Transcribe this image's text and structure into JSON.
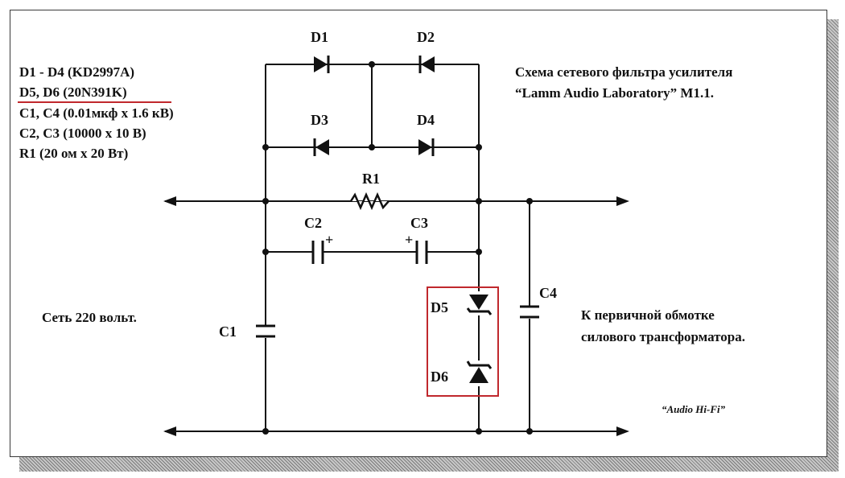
{
  "parts_list": [
    "D1 - D4 (KD2997A)",
    "D5, D6 (20N391K)",
    "C1, C4 (0.01мкф х 1.6 кВ)",
    "C2, C3 (10000 х 10 В)",
    "R1 (20 ом х 20 Вт)"
  ],
  "title_lines": [
    "Схема сетевого фильтра усилителя",
    "“Lamm Audio Laboratory” M1.1."
  ],
  "mains_label": "Сеть 220 вольт.",
  "output_label_lines": [
    "К первичной обмотке",
    "силового трансформатора."
  ],
  "credit": "“Audio Hi-Fi”",
  "components": {
    "d1": "D1",
    "d2": "D2",
    "d3": "D3",
    "d4": "D4",
    "d5": "D5",
    "d6": "D6",
    "r1": "R1",
    "c1": "C1",
    "c2": "C2",
    "c3": "C3",
    "c4": "C4"
  },
  "polarity_plus": "+",
  "colors": {
    "wire": "#111111",
    "highlight": "#c0282d",
    "background": "#ffffff"
  }
}
